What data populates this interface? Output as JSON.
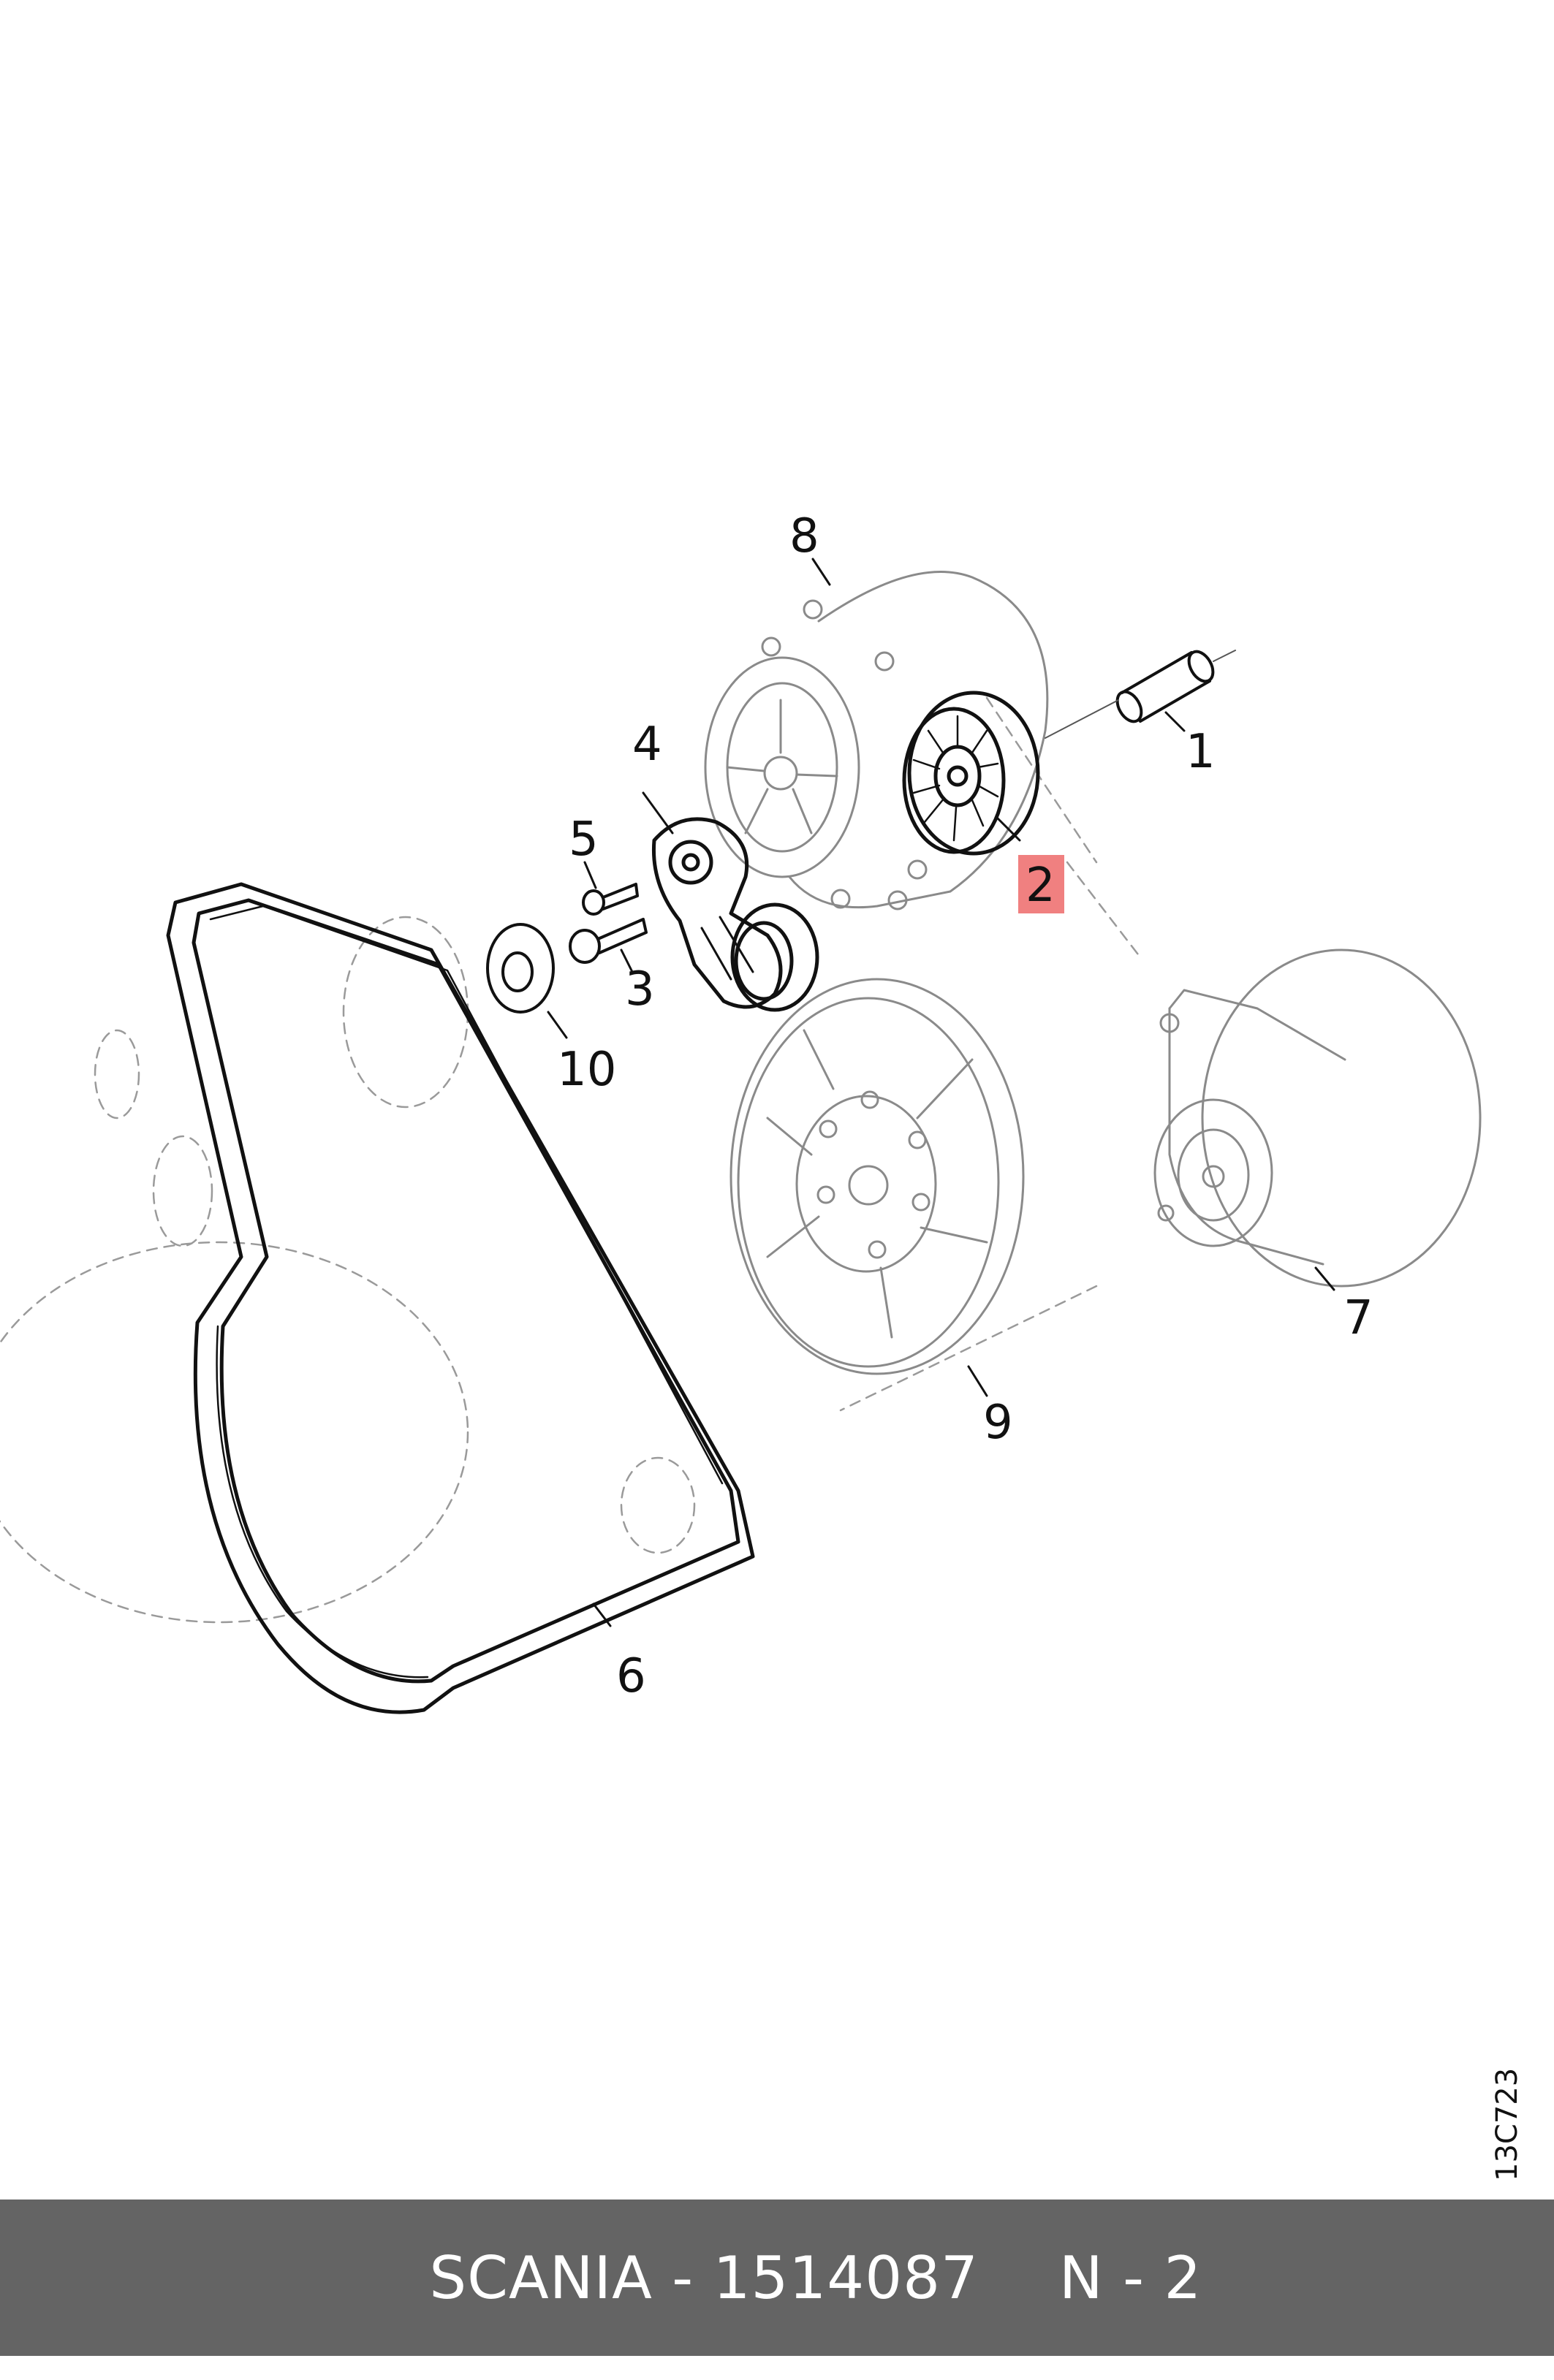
{
  "diagram": {
    "callouts": [
      {
        "id": "1",
        "label": "1"
      },
      {
        "id": "2",
        "label": "2",
        "highlighted": true
      },
      {
        "id": "3",
        "label": "3"
      },
      {
        "id": "4",
        "label": "4"
      },
      {
        "id": "5",
        "label": "5"
      },
      {
        "id": "6",
        "label": "6"
      },
      {
        "id": "7",
        "label": "7"
      },
      {
        "id": "8",
        "label": "8"
      },
      {
        "id": "9",
        "label": "9"
      },
      {
        "id": "10",
        "label": "10"
      }
    ],
    "drawing_code": "13C723"
  },
  "footer": {
    "part_text": "SCANIA - 1514087",
    "position_text": "N - 2"
  },
  "colors": {
    "highlight": "#f08080",
    "footer_bg": "#646464",
    "footer_text": "#ffffff",
    "line": "#111111",
    "faint_line": "#9a9a9a"
  }
}
